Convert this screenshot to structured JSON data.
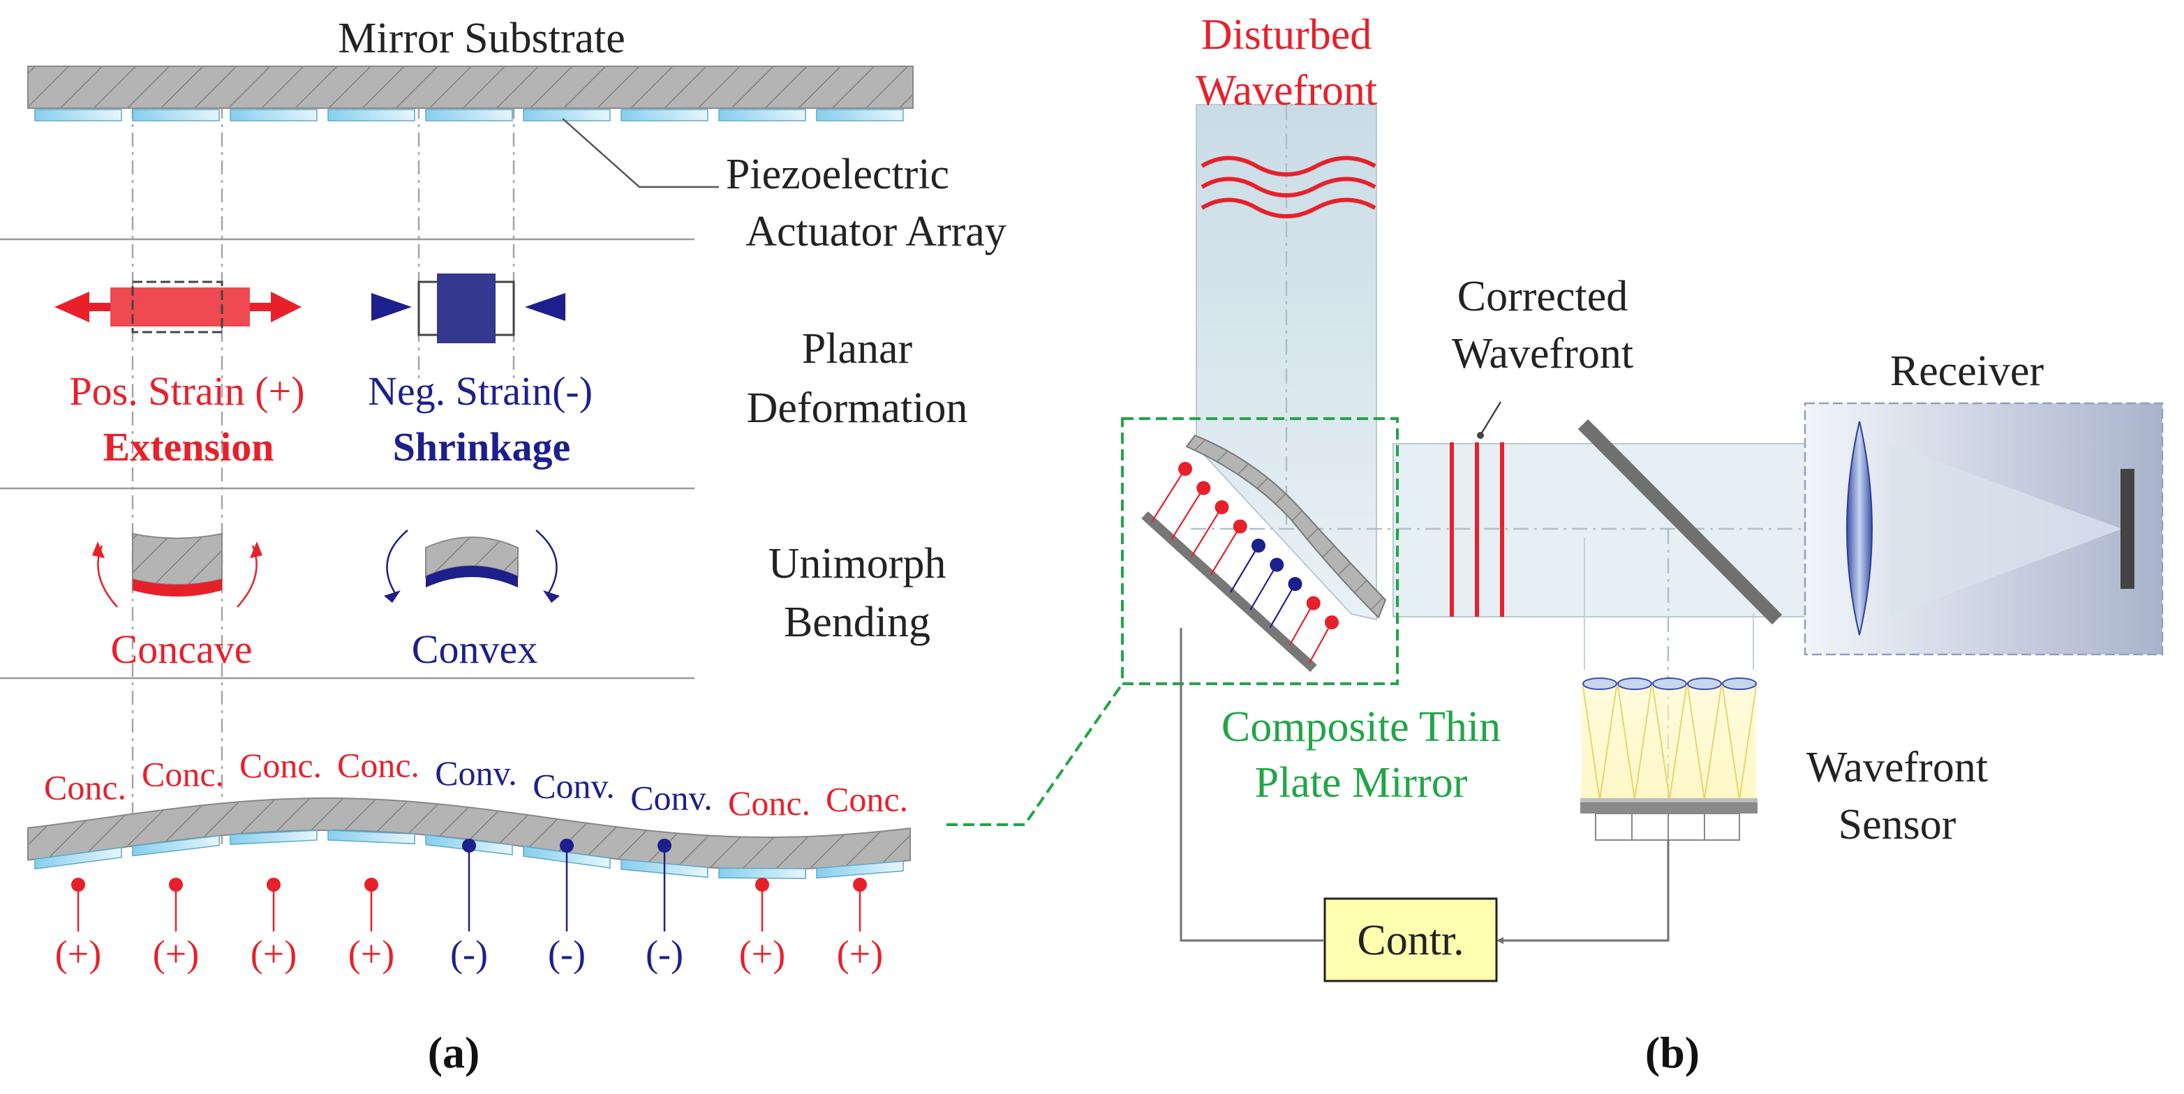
{
  "colors": {
    "red": "#e8202a",
    "blue": "#1c1f8c",
    "green": "#21a548",
    "gray_dark": "#707070",
    "gray_mid": "#9a9a9a",
    "gray_light": "#cfcfcf",
    "beam": "#d9e6ee",
    "actuator": "#8fd3ee",
    "controller_fill": "#ffffb0",
    "receiver_box": "#d2d8e6"
  },
  "panel_a": {
    "label": "(a)",
    "mirror_substrate": "Mirror Substrate",
    "piezo_line1": "Piezoelectric",
    "piezo_line2": "Actuator Array",
    "planar_line1": "Planar",
    "planar_line2": "Deformation",
    "pos_strain": "Pos. Strain (+)",
    "extension": "Extension",
    "neg_strain": "Neg. Strain(-)",
    "shrinkage": "Shrinkage",
    "unimorph_line1": "Unimorph",
    "unimorph_line2": "Bending",
    "concave": "Concave",
    "convex": "Convex",
    "bend_labels": [
      "Conc.",
      "Conc.",
      "Conc.",
      "Conc.",
      "Conv.",
      "Conv.",
      "Conv.",
      "Conc.",
      "Conc."
    ],
    "signs": [
      "(+)",
      "(+)",
      "(+)",
      "(+)",
      "(-)",
      "(-)",
      "(-)",
      "(+)",
      "(+)"
    ]
  },
  "panel_b": {
    "label": "(b)",
    "disturbed_line1": "Disturbed",
    "disturbed_line2": "Wavefront",
    "corrected_line1": "Corrected",
    "corrected_line2": "Wavefront",
    "receiver": "Receiver",
    "composite_line1": "Composite Thin",
    "composite_line2": "Plate Mirror",
    "sensor_line1": "Wavefront",
    "sensor_line2": "Sensor",
    "controller": "Contr."
  }
}
